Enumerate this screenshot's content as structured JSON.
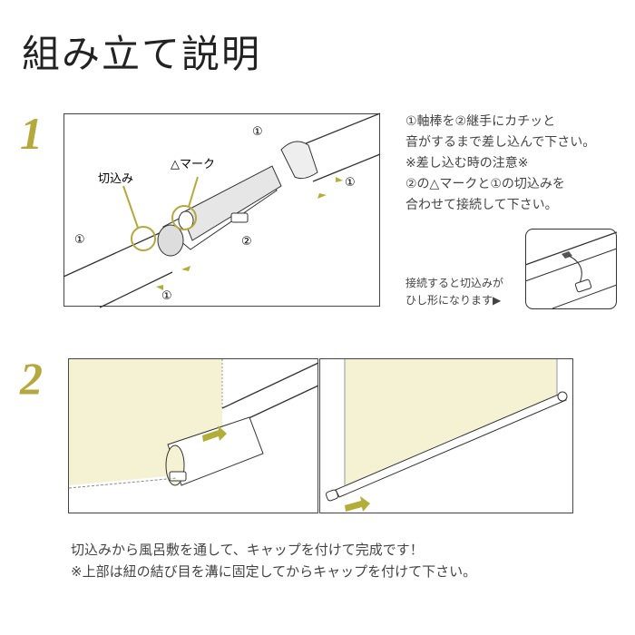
{
  "title": "組み立て説明",
  "step1": {
    "number": "1",
    "labels": {
      "notch": "切込み",
      "mark": "△マーク",
      "part1_a": "①",
      "part1_b": "①",
      "part1_c": "①",
      "part2_a": "②",
      "part1_d": "①"
    },
    "instructions": [
      "①軸棒を②継手にカチッと",
      "音がするまで差し込んで下さい。",
      "※差し込む時の注意※",
      "②の△マークと①の切込みを",
      "合わせて接続して下さい。"
    ],
    "inset_caption": [
      "接続すると切込みが",
      "ひし形になります▶"
    ]
  },
  "step2": {
    "number": "2",
    "instructions": [
      "切込みから風呂敷を通して、キャップを付けて完成です！",
      "※上部は紐の結び目を溝に固定してからキャップを付けて下さい。"
    ]
  },
  "colors": {
    "accent": "#b5a83c",
    "cloth": "#f4f2d3",
    "arrow": "#b3ad3a",
    "line": "#333333"
  }
}
